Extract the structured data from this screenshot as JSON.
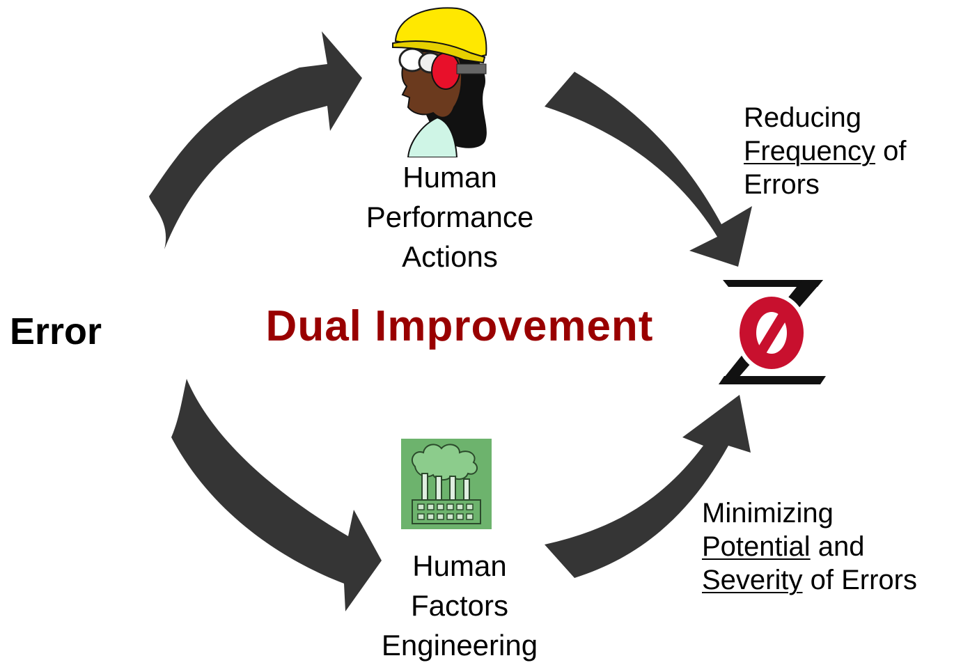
{
  "diagram": {
    "left_label": "Error",
    "center_title": "Dual Improvement",
    "top_node": {
      "lines": [
        "Human",
        "Performance",
        "Actions"
      ],
      "icon": "worker-with-hardhat-icon"
    },
    "bottom_node": {
      "lines": [
        "Human",
        "Factors",
        "Engineering"
      ],
      "icon": "factory-icon"
    },
    "right_node": {
      "icon": "zero-errors-icon"
    },
    "top_outcome": {
      "line1": "Reducing",
      "line2_underlined": "Frequency",
      "line2_rest": " of",
      "line3": "Errors"
    },
    "bottom_outcome": {
      "line1": "Minimizing",
      "line2_underlined": "Potential",
      "line2_rest": " and",
      "line3_underlined": "Severity",
      "line3_rest": " of Errors"
    },
    "colors": {
      "arrow": "#353535",
      "title": "#990000",
      "zero_red": "#c8102e",
      "factory_bg": "#6db36d",
      "helmet": "#ffe800"
    }
  }
}
